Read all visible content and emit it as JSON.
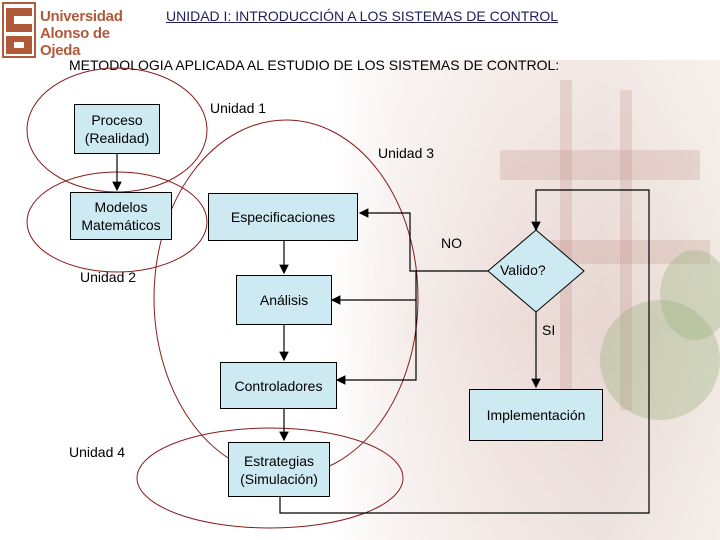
{
  "header": {
    "logo_text_line1": "Universidad",
    "logo_text_line2": "Alonso de Ojeda",
    "title": "UNIDAD I: INTRODUCCIÓN A LOS SISTEMAS DE CONTROL",
    "subtitle": "METODOLOGIA APLICADA AL ESTUDIO DE LOS SISTEMAS DE CONTROL:"
  },
  "diagram": {
    "boxes": {
      "proceso": "Proceso\n(Realidad)",
      "modelos": "Modelos\nMatemáticos",
      "especificaciones": "Especificaciones",
      "analisis": "Análisis",
      "controladores": "Controladores",
      "implementacion": "Implementación",
      "estrategias": "Estrategias\n(Simulación)"
    },
    "decision": "Valido?",
    "labels": {
      "unidad1": "Unidad 1",
      "unidad2": "Unidad 2",
      "unidad3": "Unidad 3",
      "unidad4": "Unidad 4",
      "no": "NO",
      "si": "SI"
    },
    "colors": {
      "box_fill": "#cde9f1",
      "ellipse_stroke": "#8b1a1a",
      "title_color": "#1f1f5a",
      "logo_color": "#b05a3a"
    }
  }
}
